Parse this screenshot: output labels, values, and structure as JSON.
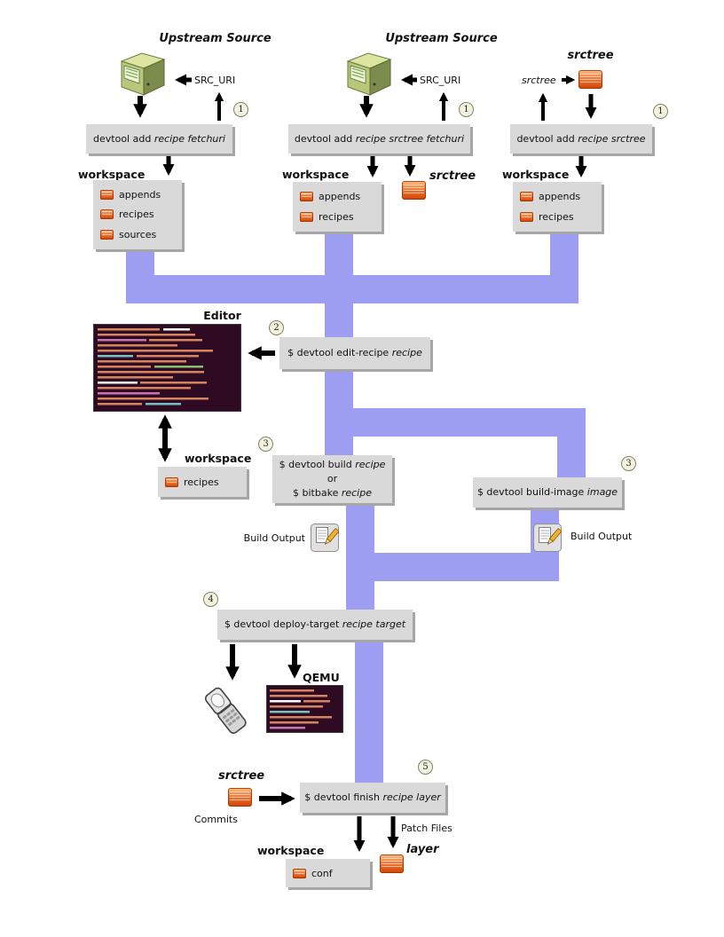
{
  "colors": {
    "band": "#9d9df1",
    "box_bg": "#d9d9d9",
    "box_shadow": "#a6a6a6",
    "folder_accent": "#d04000"
  },
  "col1": {
    "title": "Upstream Source",
    "src_uri": "SRC_URI",
    "step": "1",
    "cmd_plain": "devtool add ",
    "cmd_args": "recipe fetchuri",
    "workspace_label": "workspace",
    "items": [
      "appends",
      "recipes",
      "sources"
    ]
  },
  "col2": {
    "title": "Upstream Source",
    "src_uri": "SRC_URI",
    "step": "1",
    "cmd_plain": "devtool add ",
    "cmd_args": "recipe srctree fetchuri",
    "workspace_label": "workspace",
    "items": [
      "appends",
      "recipes"
    ],
    "srctree_label": "srctree"
  },
  "col3": {
    "title": "srctree",
    "srctree_small": "srctree",
    "step": "1",
    "cmd_plain": "devtool add ",
    "cmd_args": "recipe srctree",
    "workspace_label": "workspace",
    "items": [
      "appends",
      "recipes"
    ]
  },
  "editor": {
    "label": "Editor",
    "step": "2",
    "cmd_plain": "$ devtool edit-recipe ",
    "cmd_args": "recipe",
    "workspace_label": "workspace",
    "items": [
      "recipes"
    ]
  },
  "build": {
    "step": "3",
    "line1_plain": "$ devtool build ",
    "line1_args": "recipe",
    "or": "or",
    "line2_plain": "$ bitbake ",
    "line2_args": "recipe",
    "output_left": "Build Output",
    "output_right": "Build Output"
  },
  "build_image": {
    "step": "3",
    "cmd_plain": "$ devtool build-image ",
    "cmd_args": "image"
  },
  "deploy": {
    "step": "4",
    "cmd_plain": "$ devtool deploy-target ",
    "cmd_args": "recipe target",
    "qemu_label": "QEMU"
  },
  "finish": {
    "step": "5",
    "srctree_label": "srctree",
    "commits_label": "Commits",
    "cmd_plain": "$ devtool finish ",
    "cmd_args": "recipe layer",
    "patch_files_label": "Patch Files",
    "workspace_label": "workspace",
    "items": [
      "conf"
    ],
    "layer_label": "layer"
  }
}
